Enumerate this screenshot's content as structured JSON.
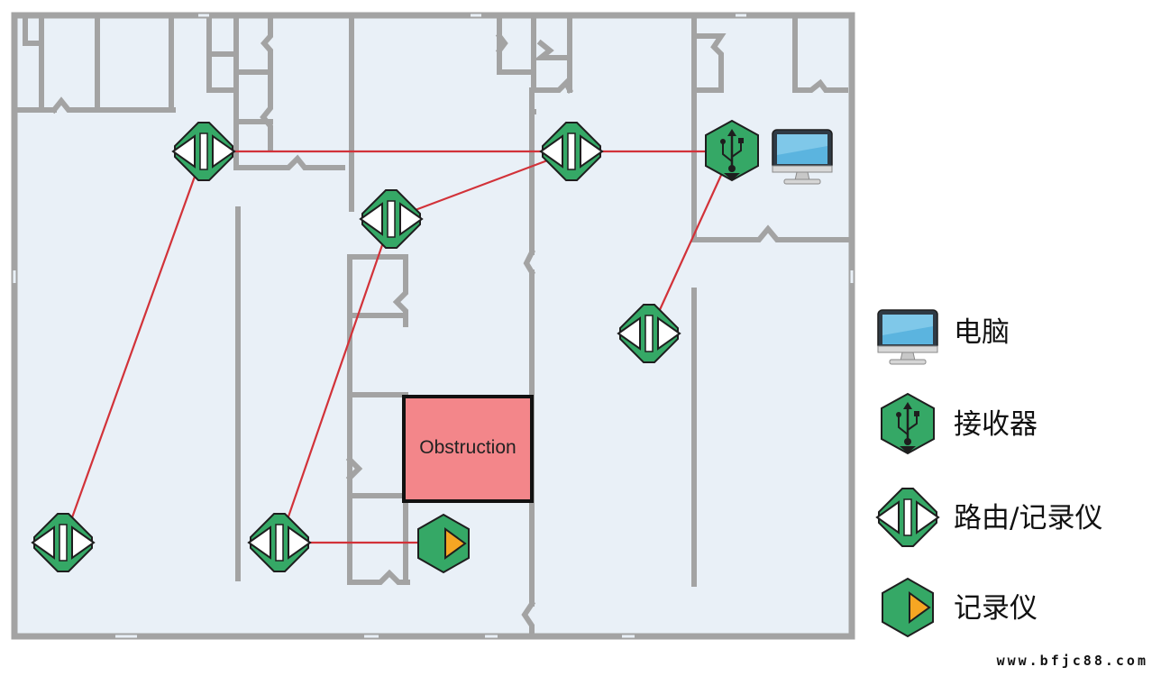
{
  "floorplan": {
    "obstruction_label": "Obstruction"
  },
  "legend": {
    "computer": "电脑",
    "receiver": "接收器",
    "router_logger": "路由/记录仪",
    "logger": "记录仪"
  },
  "watermark": "www.bfjc88.com",
  "colors": {
    "background": "#e9f0f7",
    "walls": "#a3a3a3",
    "link_line": "#d23239",
    "node_green": "#35a866",
    "node_dark": "#222222",
    "logger_arrow": "#f6a623",
    "obstruction_fill": "#f3868a",
    "screen_blue": "#5bb4df"
  },
  "icons": {
    "router_logger": "router-logger-icon",
    "receiver": "usb-receiver-icon",
    "logger": "logger-icon",
    "computer": "computer-monitor-icon"
  }
}
